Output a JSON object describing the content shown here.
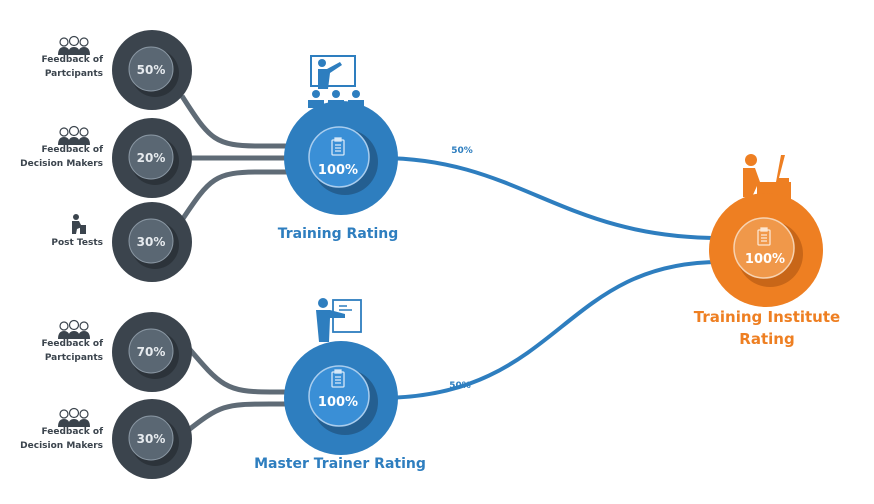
{
  "colors": {
    "gray_outer": "#3b444d",
    "gray_shadow": "#2c333a",
    "gray_inner": "#5a6773",
    "gray_ring": "#8a97a3",
    "gray_text": "#3b444d",
    "gray_line": "#5f6b76",
    "blue_outer": "#2e7ebf",
    "blue_shadow": "#245f91",
    "blue_inner": "#3a8fd6",
    "blue_text": "#2e7ebf",
    "orange_outer": "#ee7f22",
    "orange_shadow": "#c86618",
    "orange_inner": "#f0984a",
    "orange_text": "#ee7f22"
  },
  "inputs": [
    {
      "id": "tr-participants",
      "group": "training",
      "label_lines": [
        "Feedback of",
        "Partcipants"
      ],
      "value": "50%",
      "icon": "people-group-icon"
    },
    {
      "id": "tr-decision",
      "group": "training",
      "label_lines": [
        "Feedback of",
        "Decision Makers"
      ],
      "value": "20%",
      "icon": "decision-makers-icon"
    },
    {
      "id": "tr-posttests",
      "group": "training",
      "label_lines": [
        "Post Tests"
      ],
      "value": "30%",
      "icon": "person-at-desk-icon"
    },
    {
      "id": "mt-participants",
      "group": "master",
      "label_lines": [
        "Feedback of",
        "Partcipants"
      ],
      "value": "70%",
      "icon": "people-group-icon"
    },
    {
      "id": "mt-decision",
      "group": "master",
      "label_lines": [
        "Feedback of",
        "Decision Makers"
      ],
      "value": "30%",
      "icon": "decision-makers-icon"
    }
  ],
  "hubs": {
    "training": {
      "title": "Training Rating",
      "value": "100%",
      "icon": "classroom-teacher-icon"
    },
    "master": {
      "title": "Master Trainer Rating",
      "value": "100%",
      "icon": "trainer-presentation-icon"
    },
    "institute": {
      "title_lines": [
        "Training Institute",
        "Rating"
      ],
      "value": "100%",
      "icon": "desk-computer-user-icon"
    }
  },
  "links": [
    {
      "from": "training",
      "to": "institute",
      "weight": "50%"
    },
    {
      "from": "master",
      "to": "institute",
      "weight": "50%"
    }
  ]
}
